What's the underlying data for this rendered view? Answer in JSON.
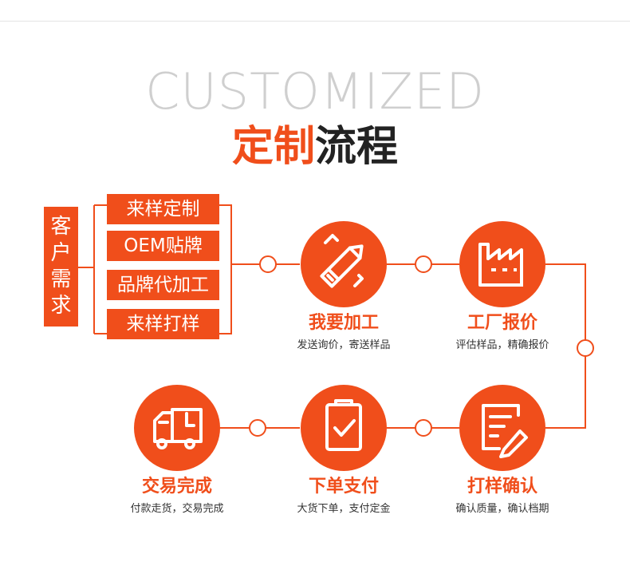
{
  "header": {
    "title_en": "CUSTOMIZED",
    "title_cn_highlight": "定制",
    "title_cn_rest": "流程"
  },
  "customer_needs": {
    "label_chars": [
      "客",
      "户",
      "需",
      "求"
    ],
    "options": [
      "来样定制",
      "OEM贴牌",
      "品牌代加工",
      "来样打样"
    ]
  },
  "steps": [
    {
      "title": "我要加工",
      "subtitle": "发送询价，寄送样品",
      "icon": "pencil-icon"
    },
    {
      "title": "工厂报价",
      "subtitle": "评估样品，精确报价",
      "icon": "factory-icon"
    },
    {
      "title": "打样确认",
      "subtitle": "确认质量，确认档期",
      "icon": "document-tag-icon"
    },
    {
      "title": "下单支付",
      "subtitle": "大货下单，支付定金",
      "icon": "clipboard-check-icon"
    },
    {
      "title": "交易完成",
      "subtitle": "付款走货，交易完成",
      "icon": "delivery-truck-icon"
    }
  ],
  "colors": {
    "accent": "#f04e1b",
    "dark": "#222222",
    "muted_title": "#cfcfcf"
  }
}
